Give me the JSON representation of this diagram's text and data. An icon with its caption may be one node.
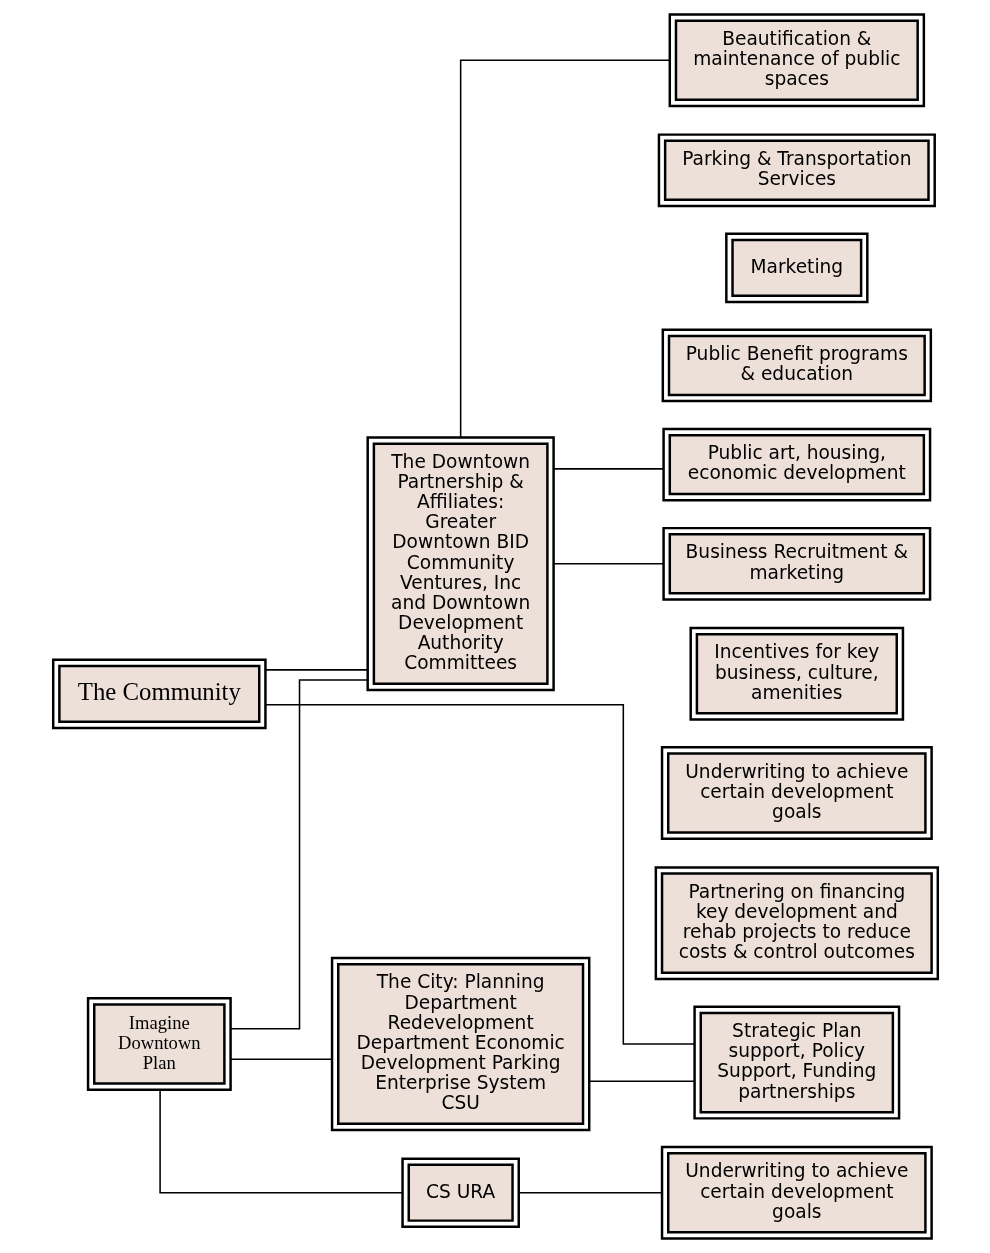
{
  "diagram": {
    "nodes": [
      {
        "text": [
          "The Community"
        ]
      },
      {
        "text": [
          "The Downtown Partnership & Affiliates: Greater Downtown BID Community Ventures, Inc and Downtown Development Authority Committees"
        ]
      },
      {
        "text": [
          "Beautification & maintenance of public spaces"
        ]
      },
      {
        "text": [
          "Parking & Transportation Services"
        ]
      },
      {
        "text": [
          "Marketing"
        ]
      },
      {
        "text": [
          "Public Benefit programs & education"
        ]
      },
      {
        "text": [
          "Public art, housing, economic development"
        ]
      },
      {
        "text": [
          "Imagine Downtown Plan"
        ]
      },
      {
        "text": [
          "Business Recruitment & marketing"
        ]
      },
      {
        "text": [
          "Incentives for key business, culture, amenities"
        ]
      },
      {
        "text": [
          "Underwriting to achieve certain development goals"
        ]
      },
      {
        "text": [
          "Partnering on financing key development and rehab projects to reduce costs & control outcomes"
        ]
      },
      {
        "text": [
          "CS URA"
        ]
      },
      {
        "text": [
          "The City: Planning Department Redevelopment Department Economic Development Parking Enterprise System CSU"
        ]
      },
      {
        "text": [
          "Underwriting to achieve certain development goals"
        ]
      },
      {
        "text": [
          "Strategic Plan support, Policy Support, Funding partnerships"
        ]
      }
    ],
    "edges": [
      {
        "from": 0,
        "to": 1,
        "arrow": "none"
      },
      {
        "from": 0,
        "to": 15,
        "arrow": "none"
      },
      {
        "from": 1,
        "to": 2,
        "arrow": "none"
      },
      {
        "from": 1,
        "to": 6,
        "arrow": "none"
      },
      {
        "from": 1,
        "to": 8,
        "arrow": "none"
      },
      {
        "from": 7,
        "to": 1,
        "arrow": "none"
      },
      {
        "from": 7,
        "to": 12,
        "arrow": "none"
      },
      {
        "from": 7,
        "to": 13,
        "arrow": "none"
      },
      {
        "from": 12,
        "to": 14,
        "arrow": "none"
      },
      {
        "from": 13,
        "to": 15,
        "arrow": "none"
      }
    ]
  }
}
